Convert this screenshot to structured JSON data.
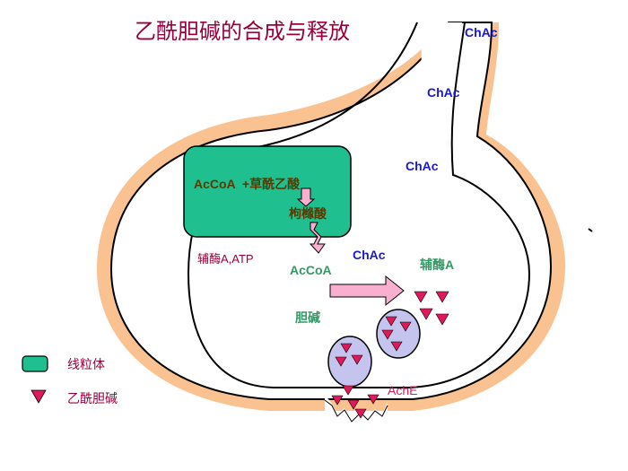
{
  "title": "乙酰胆碱的合成与释放",
  "labels": {
    "chac": "ChAc",
    "mito_reaction": "AcCoA  +草酰乙酸",
    "citrate": "枸橼酸",
    "cofactors": "辅酶A,ATP",
    "acoa_cyto": "AcCoA",
    "coenzyme_a": "辅酶A",
    "choline": "胆碱",
    "ache": "AchE"
  },
  "legend": [
    {
      "label": "线粒体",
      "icon": "mitochondrion-swatch"
    },
    {
      "label": "乙酰胆碱",
      "icon": "acetylcholine-triangle"
    }
  ],
  "colors": {
    "title": "#99003d",
    "chac": "#1a1acc",
    "mito_fill": "#1fbf8f",
    "mito_text": "#5a3a00",
    "green_text": "#339966",
    "membrane": "#f9c290",
    "arrow": "#f9b0d0",
    "vesicle": "#c4c4ee",
    "ach": "#e0195a",
    "ache": "#e0195a",
    "cofactor_text": "#99003d",
    "legend_text": "#99003d"
  }
}
